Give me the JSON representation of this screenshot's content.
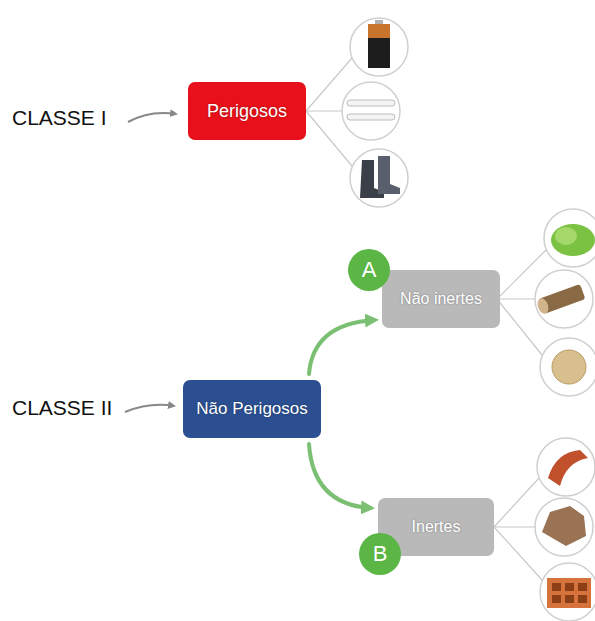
{
  "diagram": {
    "nodes": [
      {
        "text": [
          "Perigosos"
        ]
      },
      {
        "text": [
          "A"
        ]
      },
      {
        "text": [
          "Não inertes"
        ]
      },
      {
        "text": [
          "Não Perigosos"
        ]
      },
      {
        "text": [
          "Inertes"
        ]
      },
      {
        "text": [
          "B"
        ]
      }
    ],
    "edges": [
      {
        "from": 3,
        "to": 2,
        "arrow": "to"
      },
      {
        "from": 3,
        "to": 4,
        "arrow": "to"
      }
    ],
    "labels": [
      "CLASSE I",
      "CLASSE II"
    ]
  }
}
